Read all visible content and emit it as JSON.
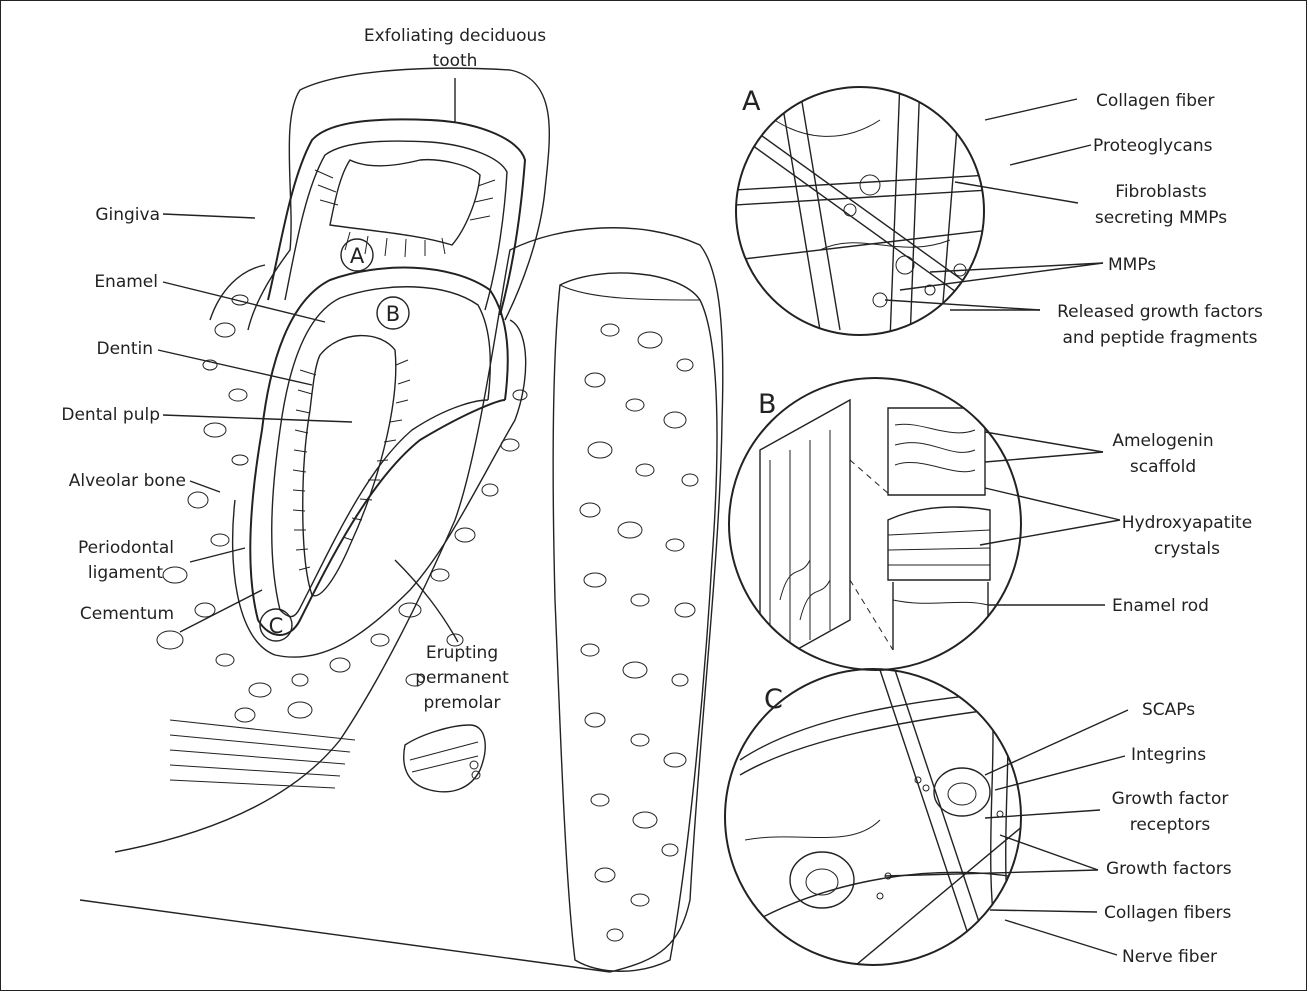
{
  "main": {
    "labels": {
      "exfoliating_line1": "Exfoliating deciduous",
      "exfoliating_line2": "tooth",
      "gingiva": "Gingiva",
      "enamel": "Enamel",
      "dentin": "Dentin",
      "dental_pulp": "Dental pulp",
      "alveolar_bone": "Alveolar bone",
      "periodontal_line1": "Periodontal",
      "periodontal_line2": "ligament",
      "cementum": "Cementum",
      "erupting_line1": "Erupting",
      "erupting_line2": "permanent",
      "erupting_line3": "premolar"
    },
    "markers": {
      "a": "A",
      "b": "B",
      "c": "C"
    }
  },
  "panel_a": {
    "letter": "A",
    "labels": {
      "collagen_fiber": "Collagen fiber",
      "proteoglycans": "Proteoglycans",
      "fibroblasts_line1": "Fibroblasts",
      "fibroblasts_line2": "secreting MMPs",
      "mmps": "MMPs",
      "released_line1": "Released growth factors",
      "released_line2": "and peptide fragments"
    }
  },
  "panel_b": {
    "letter": "B",
    "labels": {
      "amelogenin_line1": "Amelogenin",
      "amelogenin_line2": "scaffold",
      "hydroxy_line1": "Hydroxyapatite",
      "hydroxy_line2": "crystals",
      "enamel_rod": "Enamel rod"
    }
  },
  "panel_c": {
    "letter": "C",
    "labels": {
      "scaps": "SCAPs",
      "integrins": "Integrins",
      "gfr_line1": "Growth factor",
      "gfr_line2": "receptors",
      "growth_factors": "Growth factors",
      "collagen_fibers": "Collagen fibers",
      "nerve_fiber": "Nerve fiber"
    }
  }
}
